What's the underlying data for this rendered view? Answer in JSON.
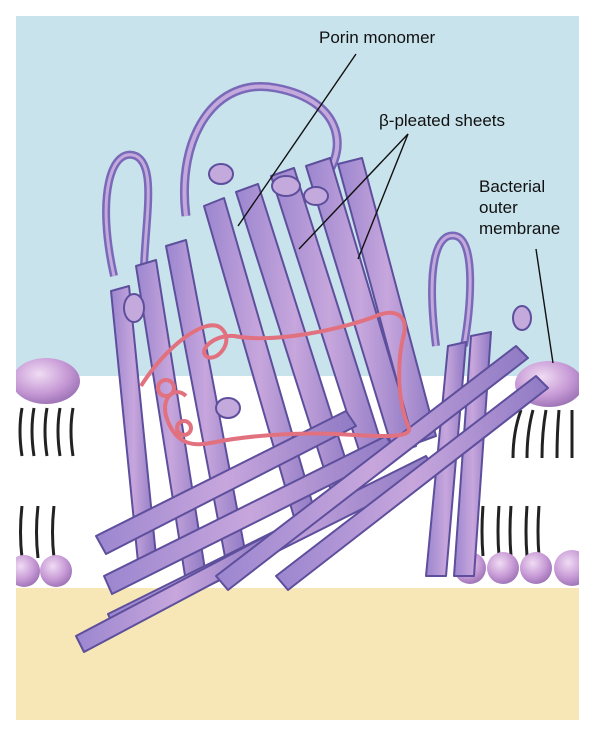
{
  "labels": {
    "porin_monomer": "Porin monomer",
    "beta_pleated_sheets": "β-pleated sheets",
    "bacterial_outer_membrane": [
      "Bacterial",
      "outer",
      "membrane"
    ]
  },
  "colors": {
    "background_top": "#c8e3ec",
    "background_membrane": "#ffffff",
    "background_bottom": "#f7e7b6",
    "strand_fill": "#b896d0",
    "strand_stroke": "#6a5aa6",
    "loop_highlight": "#e0707a",
    "lipid_head": "#c9a0d6",
    "lipid_tail": "#222222"
  }
}
